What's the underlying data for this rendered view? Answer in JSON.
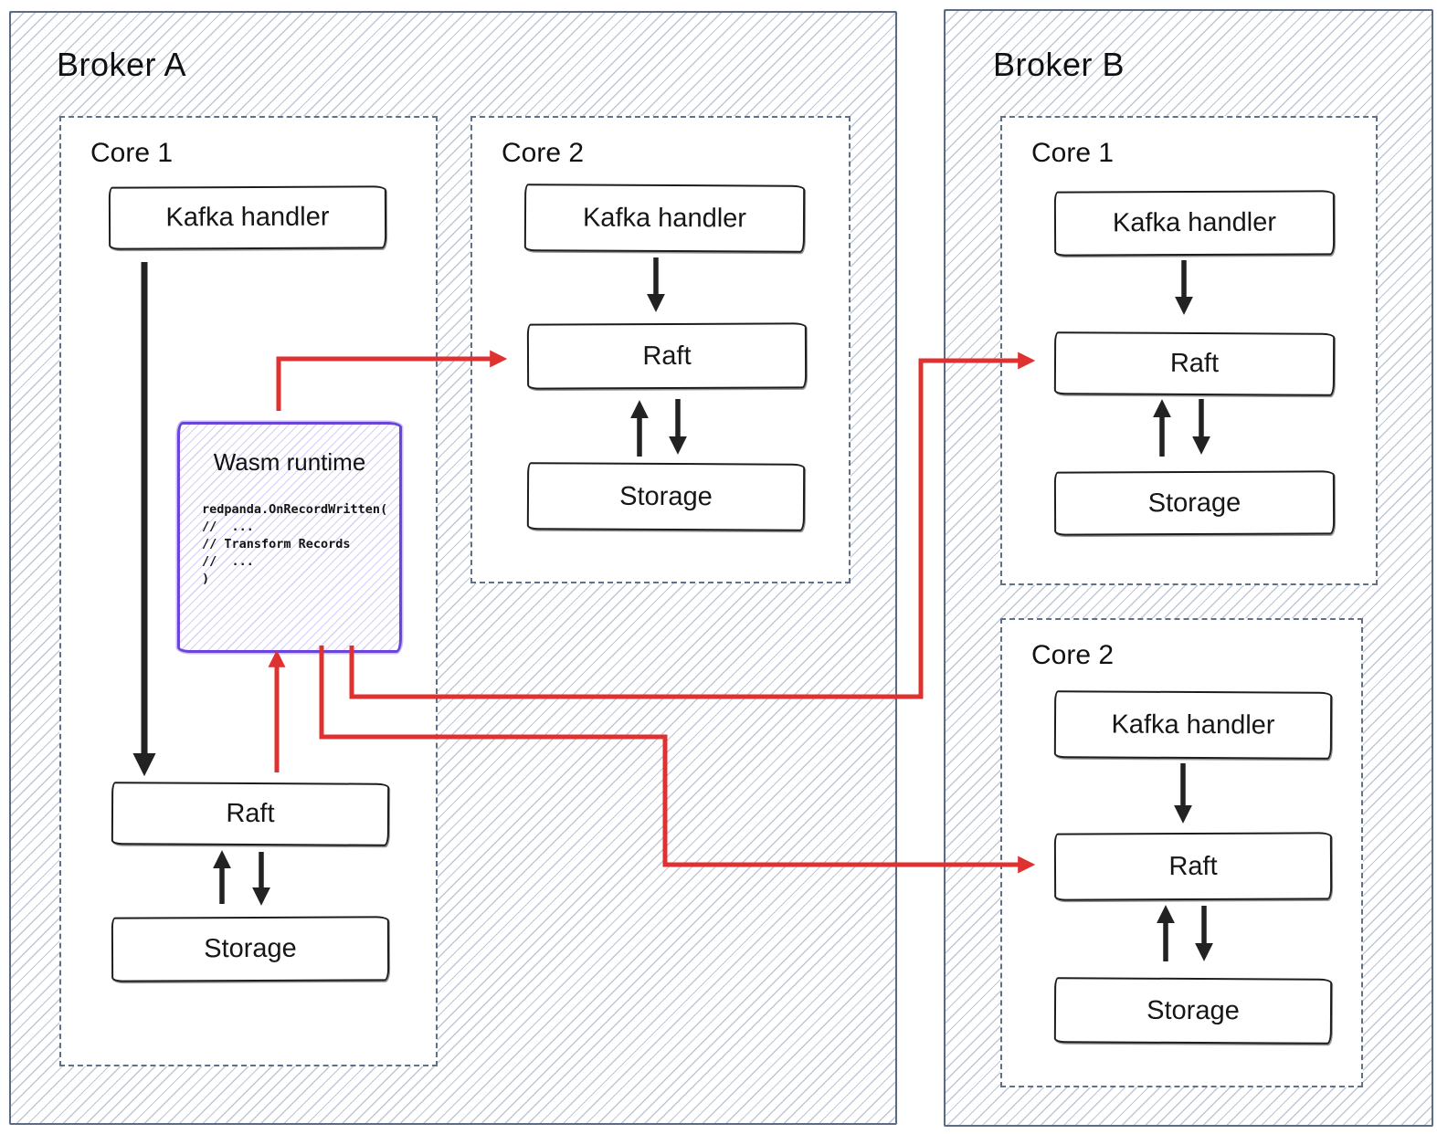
{
  "colors": {
    "broker_border": "#5c6b85",
    "core_dashed_border": "#5f7087",
    "hatch_line": "#c7cfdc",
    "sketch_black": "#1d1d1d",
    "red_arrow": "#e03131",
    "wasm_purple": "#6945db"
  },
  "broker_a": {
    "title": "Broker A",
    "core1": {
      "label": "Core 1",
      "kafka": "Kafka handler",
      "raft": "Raft",
      "storage": "Storage",
      "wasm": {
        "title": "Wasm runtime",
        "code": [
          "redpanda.OnRecordWritten(",
          "//  ...",
          "// Transform Records",
          "//  ...",
          ")"
        ]
      }
    },
    "core2": {
      "label": "Core 2",
      "kafka": "Kafka handler",
      "raft": "Raft",
      "storage": "Storage"
    }
  },
  "broker_b": {
    "title": "Broker B",
    "core1": {
      "label": "Core 1",
      "kafka": "Kafka handler",
      "raft": "Raft",
      "storage": "Storage"
    },
    "core2": {
      "label": "Core 2",
      "kafka": "Kafka handler",
      "raft": "Raft",
      "storage": "Storage"
    }
  }
}
